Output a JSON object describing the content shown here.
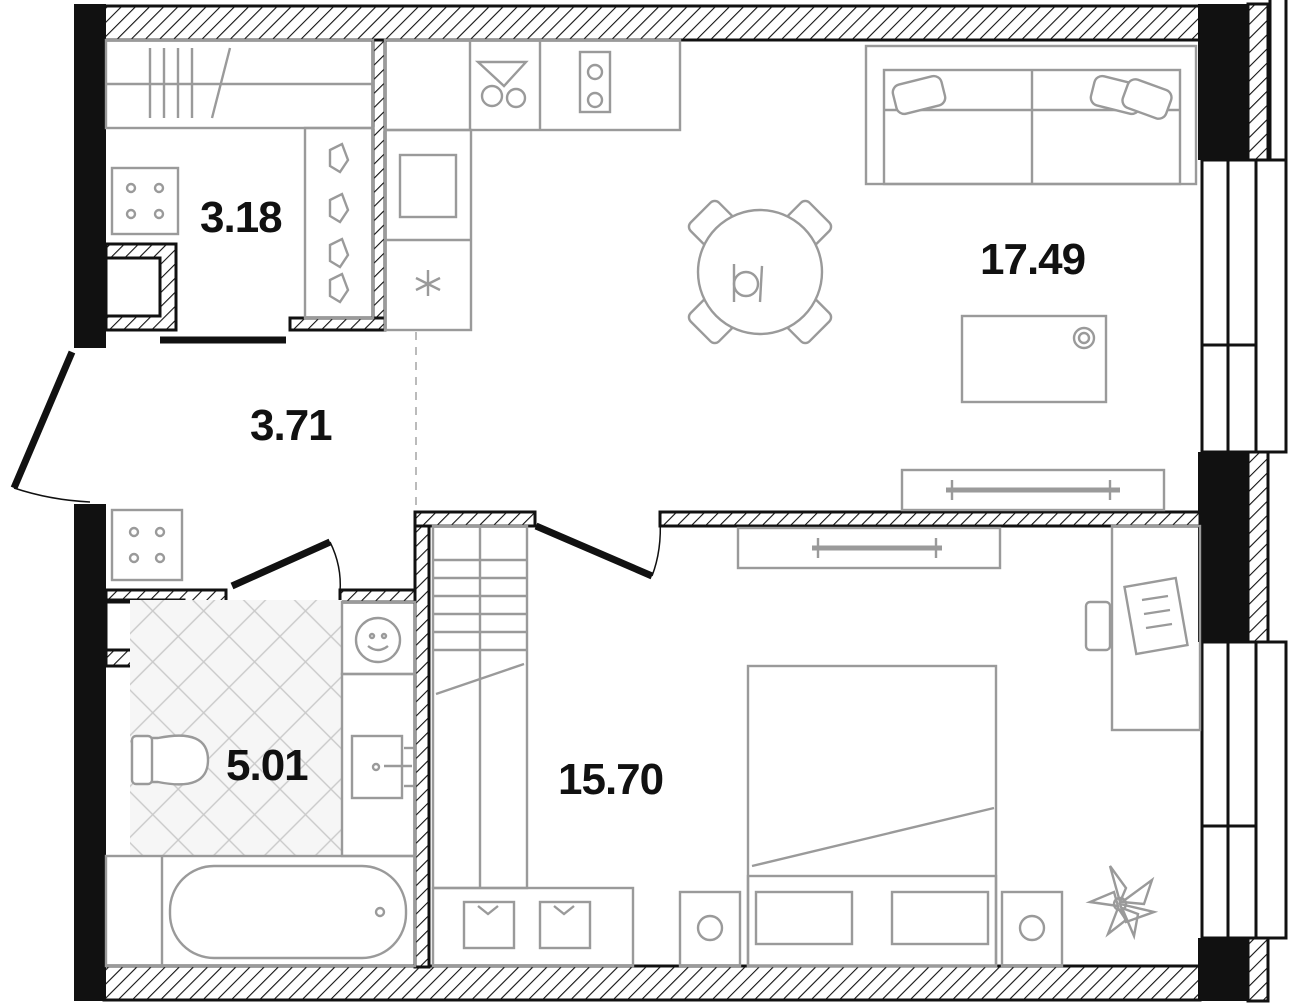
{
  "rooms": [
    {
      "id": "storage",
      "area": "3.18"
    },
    {
      "id": "hall",
      "area": "3.71"
    },
    {
      "id": "kitchen-living",
      "area": "17.49"
    },
    {
      "id": "bathroom",
      "area": "5.01"
    },
    {
      "id": "bedroom",
      "area": "15.70"
    }
  ],
  "colors": {
    "wall": "#111111",
    "furniture": "#9a9a9a",
    "background": "#ffffff"
  }
}
